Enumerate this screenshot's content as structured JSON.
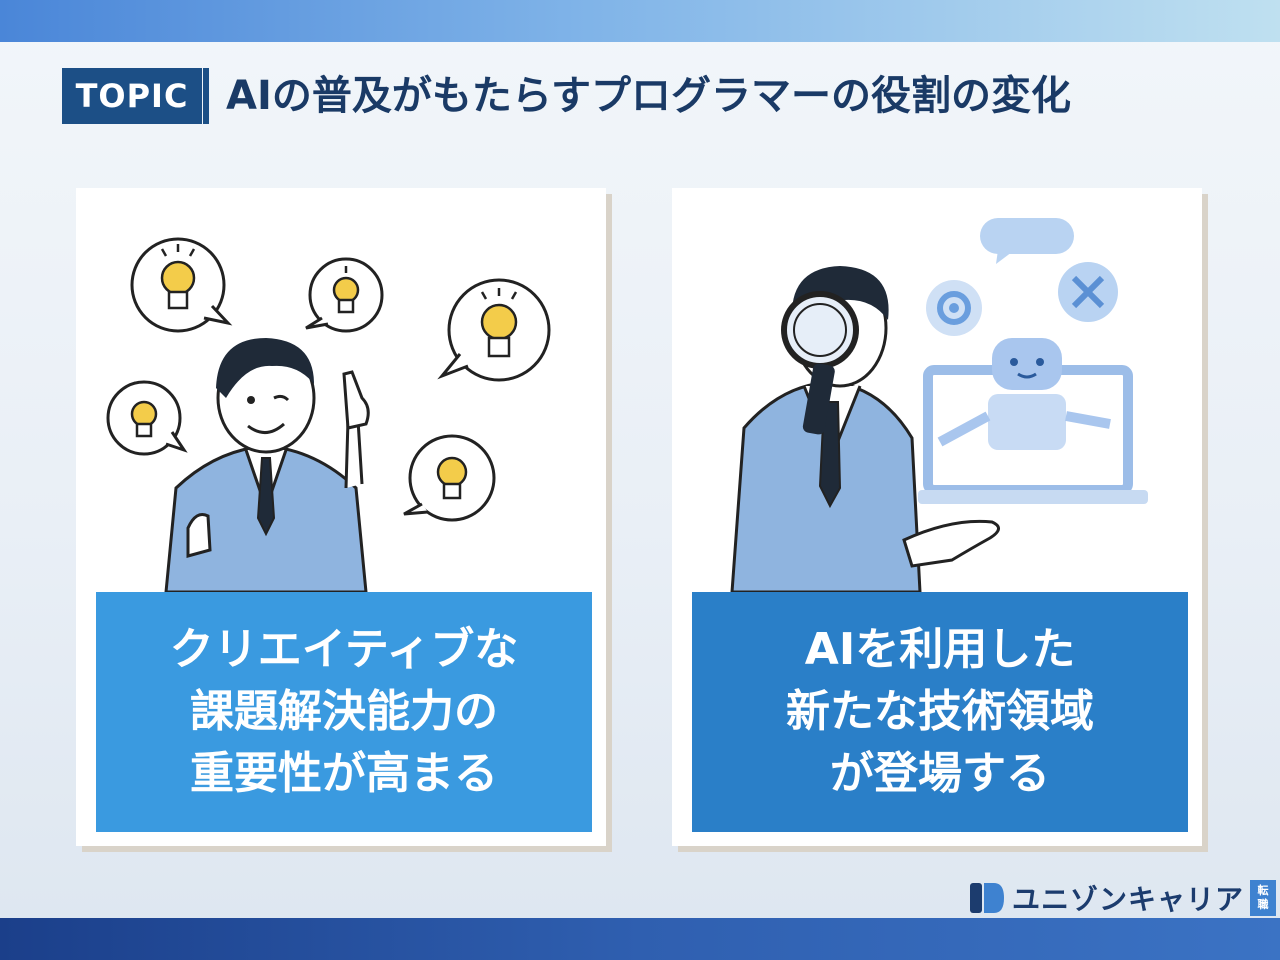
{
  "header": {
    "tag": "TOPIC",
    "title": "AIの普及がもたらすプログラマーの役割の変化"
  },
  "cards": [
    {
      "caption_lines": [
        "クリエイティブな",
        "課題解決能力の",
        "重要性が高まる"
      ]
    },
    {
      "caption_lines": [
        "AIを利用した",
        "新たな技術領域",
        "が登場する"
      ]
    }
  ],
  "brand": {
    "name": "ユニゾンキャリア",
    "badge_lines": [
      "転",
      "職"
    ]
  },
  "colors": {
    "accent": "#1c4f86",
    "caption_left": "#3a9ae0",
    "caption_right": "#2a7fc8",
    "suit": "#8fb4df",
    "bulb": "#f3cc4a"
  },
  "icons": [
    "lightbulb-icon",
    "magnifying-glass-icon",
    "robot-icon",
    "gear-icon",
    "wrench-screwdriver-icon",
    "speech-bubble-icon"
  ]
}
